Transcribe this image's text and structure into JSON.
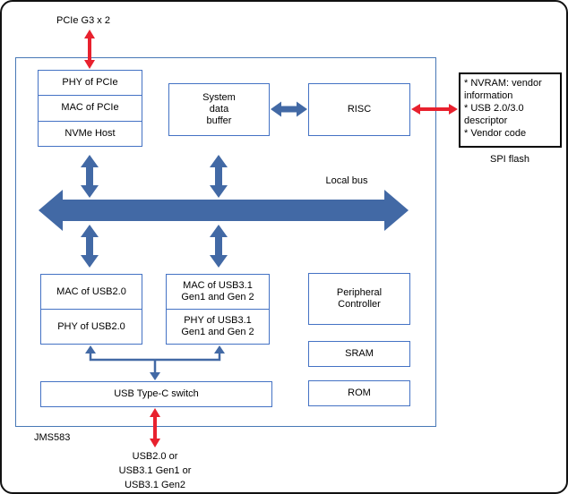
{
  "diagram": {
    "chip_name": "JMS583",
    "top_port_label": "PCIe G3 x 2",
    "bus_label": "Local bus",
    "blocks": {
      "phy_pcie": "PHY of PCIe",
      "mac_pcie": "MAC of PCIe",
      "nvme_host": "NVMe Host",
      "system_data_buffer_lines": [
        "System",
        "data",
        "buffer"
      ],
      "risc": "RISC",
      "mac_usb2": "MAC of USB2.0",
      "phy_usb2": "PHY of USB2.0",
      "mac_usb31_lines": [
        "MAC of USB3.1",
        "Gen1 and Gen 2"
      ],
      "phy_usb31_lines": [
        "PHY of USB3.1",
        "Gen1 and Gen 2"
      ],
      "peripheral_controller_lines": [
        "Peripheral",
        "Controller"
      ],
      "sram": "SRAM",
      "rom": "ROM",
      "usb_typec_switch": "USB Type-C switch"
    },
    "spi_flash": {
      "note_lines": [
        "* NVRAM: vendor",
        "information",
        "* USB 2.0/3.0",
        "descriptor",
        "* Vendor code"
      ],
      "label": "SPI flash"
    },
    "bottom_port_lines": [
      "USB2.0 or",
      "USB3.1 Gen1 or",
      "USB3.1 Gen2"
    ],
    "colors": {
      "box_border_blue": "#4472c4",
      "arrow_blue": "#4269a5",
      "arrow_red": "#e8212e",
      "note_border_black": "#000000"
    }
  }
}
